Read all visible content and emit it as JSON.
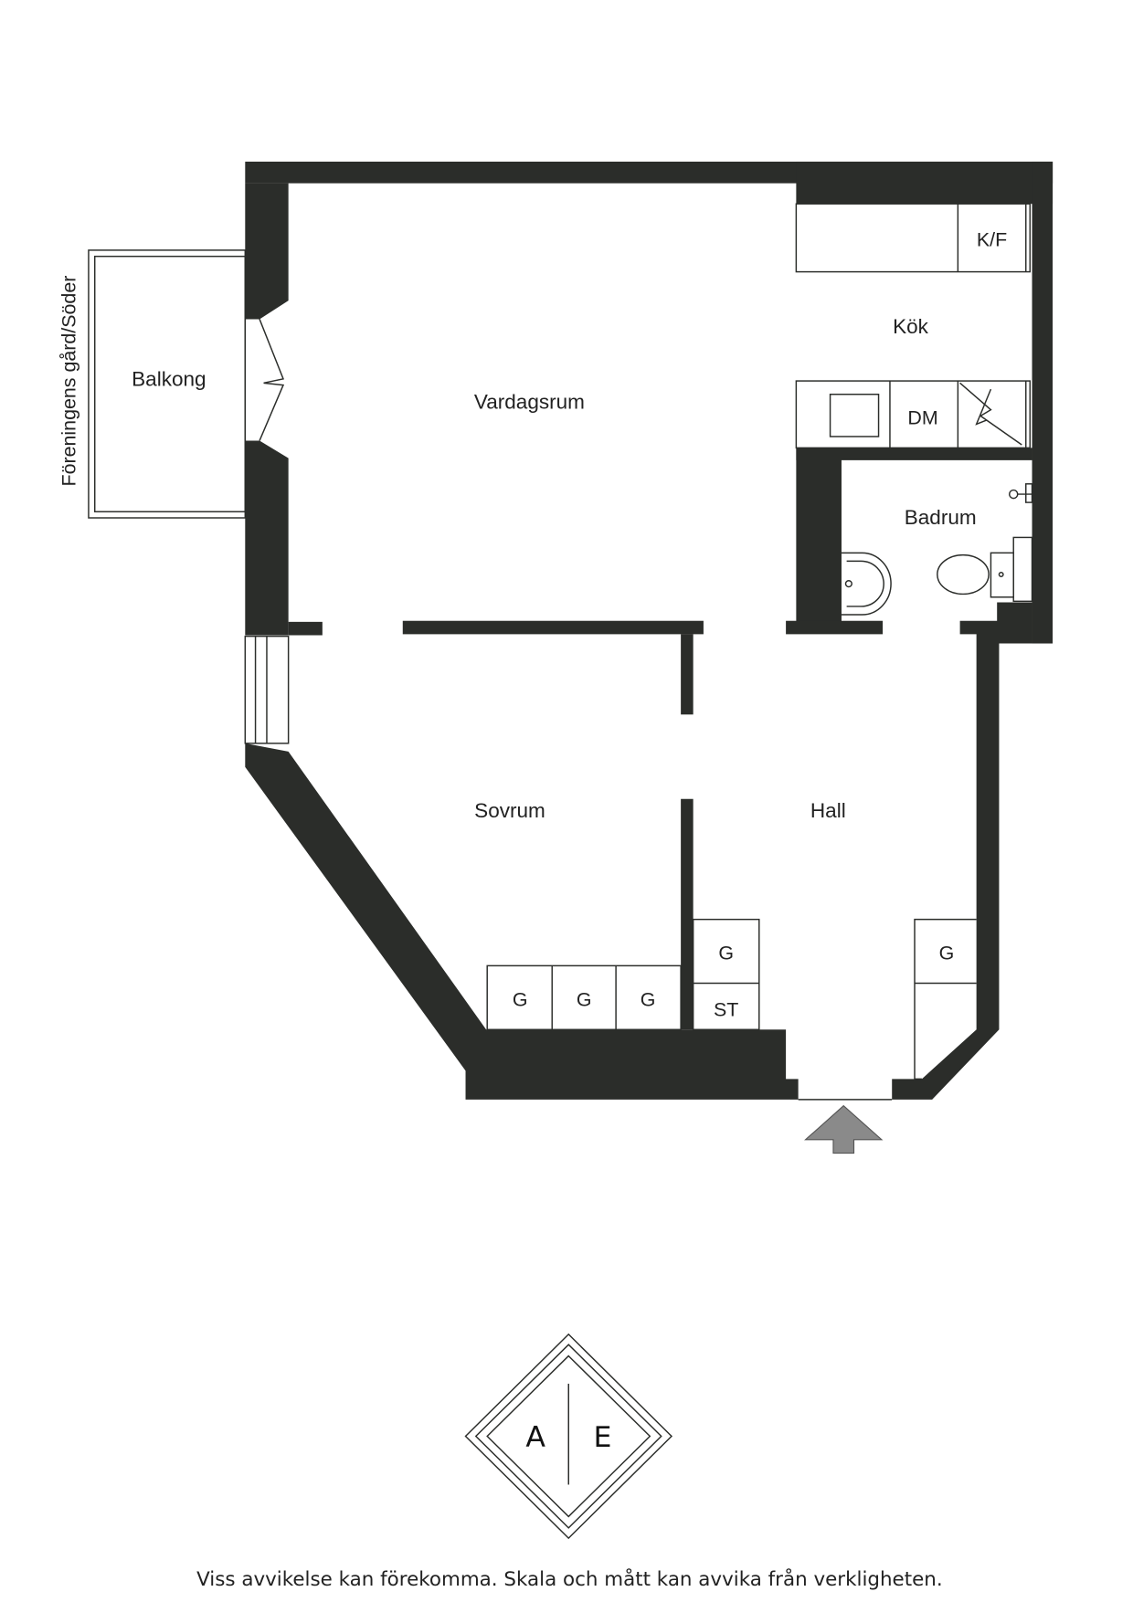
{
  "rooms": {
    "living_room": "Vardagsrum",
    "kitchen": "Kök",
    "bathroom": "Badrum",
    "bedroom": "Sovrum",
    "hall": "Hall",
    "balcony": "Balkong"
  },
  "fixtures": {
    "fridge_freezer": "K/F",
    "dishwasher": "DM",
    "wardrobe": "G",
    "storage": "ST"
  },
  "orientation_label": "Föreningens gård/Söder",
  "logo": {
    "left": "A",
    "right": "E"
  },
  "disclaimer": "Viss avvikelse kan förekomma. Skala och mått kan avvika från verkligheten.",
  "colors": {
    "wall": "#2b2d2a",
    "entrance_arrow": "#8a8a8a"
  }
}
